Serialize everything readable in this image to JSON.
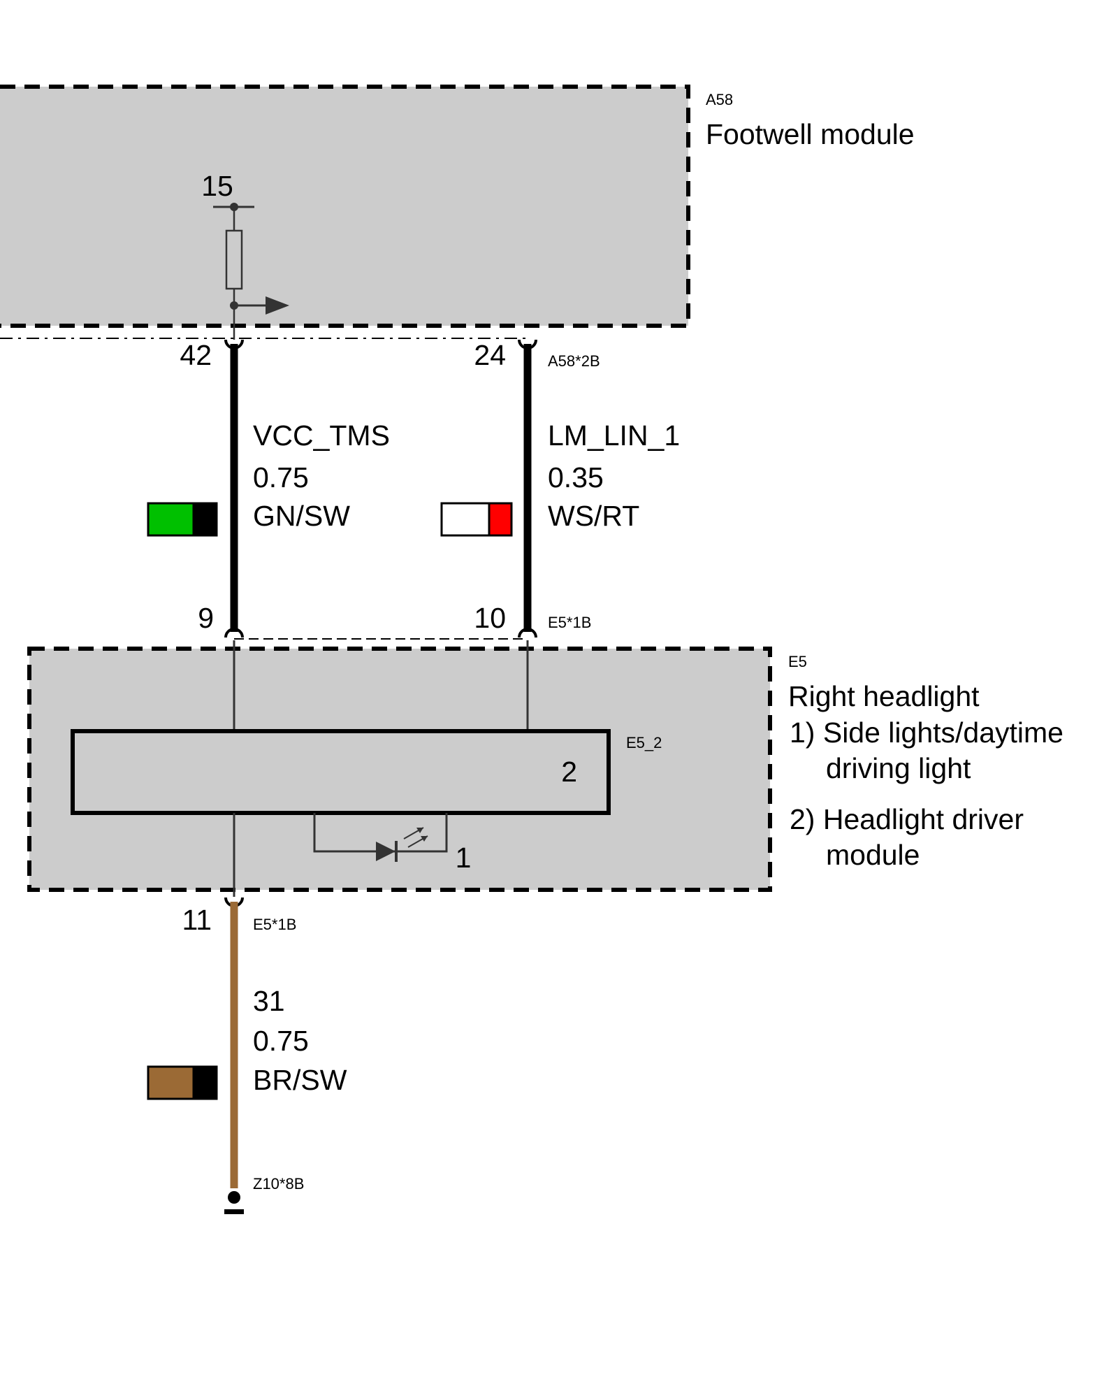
{
  "modules": {
    "a58": {
      "code": "A58",
      "name": "Footwell module",
      "terminal": "15"
    },
    "e5": {
      "code": "E5",
      "name": "Right headlight",
      "notes": [
        "1) Side lights/daytime",
        "driving light",
        "2) Headlight driver",
        "module"
      ],
      "sub_component": {
        "code": "E5_2",
        "number": "2"
      },
      "led_label": "1"
    }
  },
  "connectors": {
    "a58_2b": "A58*2B",
    "e5_1b_top": "E5*1B",
    "e5_1b_bottom": "E5*1B",
    "ground": "Z10*8B"
  },
  "wires": [
    {
      "signal": "VCC_TMS",
      "gauge": "0.75",
      "color_code": "GN/SW",
      "pin_top": "42",
      "pin_bottom": "9",
      "swatch": [
        "#00c000",
        "#000000"
      ],
      "wire_color": "#000000"
    },
    {
      "signal": "LM_LIN_1",
      "gauge": "0.35",
      "color_code": "WS/RT",
      "pin_top": "24",
      "pin_bottom": "10",
      "swatch": [
        "#ffffff",
        "#ff0000"
      ],
      "wire_color": "#000000"
    },
    {
      "signal": "31",
      "gauge": "0.75",
      "color_code": "BR/SW",
      "pin_top": "11",
      "swatch": [
        "#9b6a35",
        "#000000"
      ],
      "wire_color": "#9b6a35"
    }
  ]
}
